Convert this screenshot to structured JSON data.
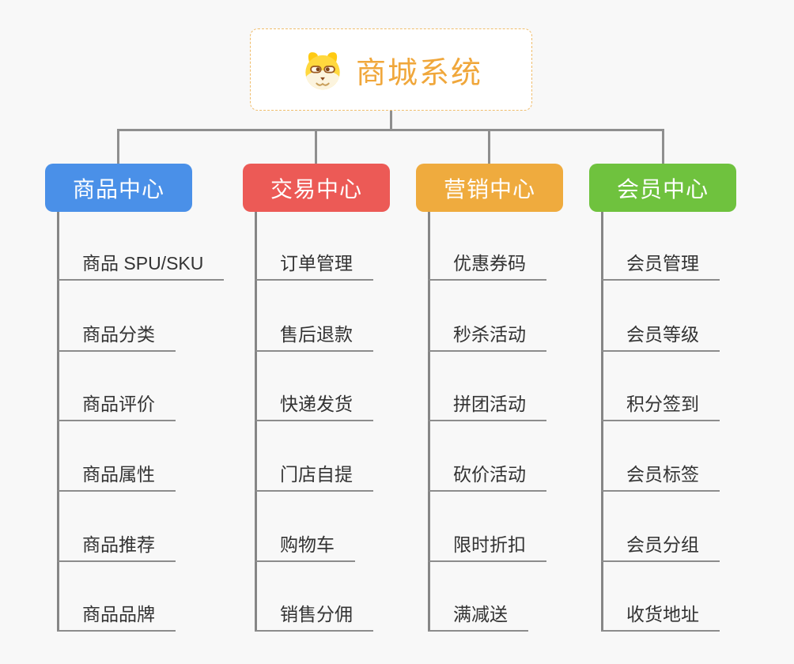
{
  "root": {
    "title": "商城系统",
    "icon": "dog-face-icon",
    "title_color": "#f0a73b",
    "border_color": "#f0bd6c"
  },
  "branches": [
    {
      "id": "product-center",
      "label": "商品中心",
      "color": "#4a90e8",
      "children": [
        "商品 SPU/SKU",
        "商品分类",
        "商品评价",
        "商品属性",
        "商品推荐",
        "商品品牌"
      ]
    },
    {
      "id": "trade-center",
      "label": "交易中心",
      "color": "#ec5a56",
      "children": [
        "订单管理",
        "售后退款",
        "快递发货",
        "门店自提",
        "购物车",
        "销售分佣"
      ]
    },
    {
      "id": "marketing-center",
      "label": "营销中心",
      "color": "#efab3e",
      "children": [
        "优惠券码",
        "秒杀活动",
        "拼团活动",
        "砍价活动",
        "限时折扣",
        "满减送"
      ]
    },
    {
      "id": "member-center",
      "label": "会员中心",
      "color": "#6fc23e",
      "children": [
        "会员管理",
        "会员等级",
        "积分签到",
        "会员标签",
        "会员分组",
        "收货地址"
      ]
    }
  ],
  "colors": {
    "connector": "#8f8f8f",
    "leaf_text": "#333333",
    "leaf_underline": "#8c8c8c",
    "background": "#f8f8f8"
  }
}
